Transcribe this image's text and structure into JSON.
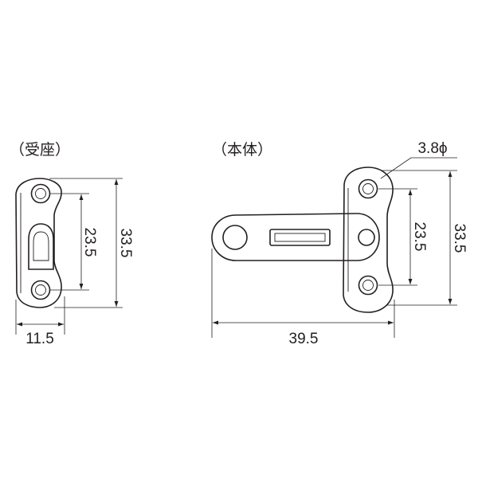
{
  "labels": {
    "receiver_title": "（受座）",
    "body_title": "（本体）"
  },
  "dimensions": {
    "receiver_hole_pitch": "23.5",
    "receiver_height": "33.5",
    "receiver_width": "11.5",
    "body_hole_diameter": "3.8ϕ",
    "body_hole_pitch": "23.5",
    "body_height": "33.5",
    "body_length": "39.5"
  },
  "colors": {
    "line": "#231f20",
    "background": "#ffffff"
  }
}
